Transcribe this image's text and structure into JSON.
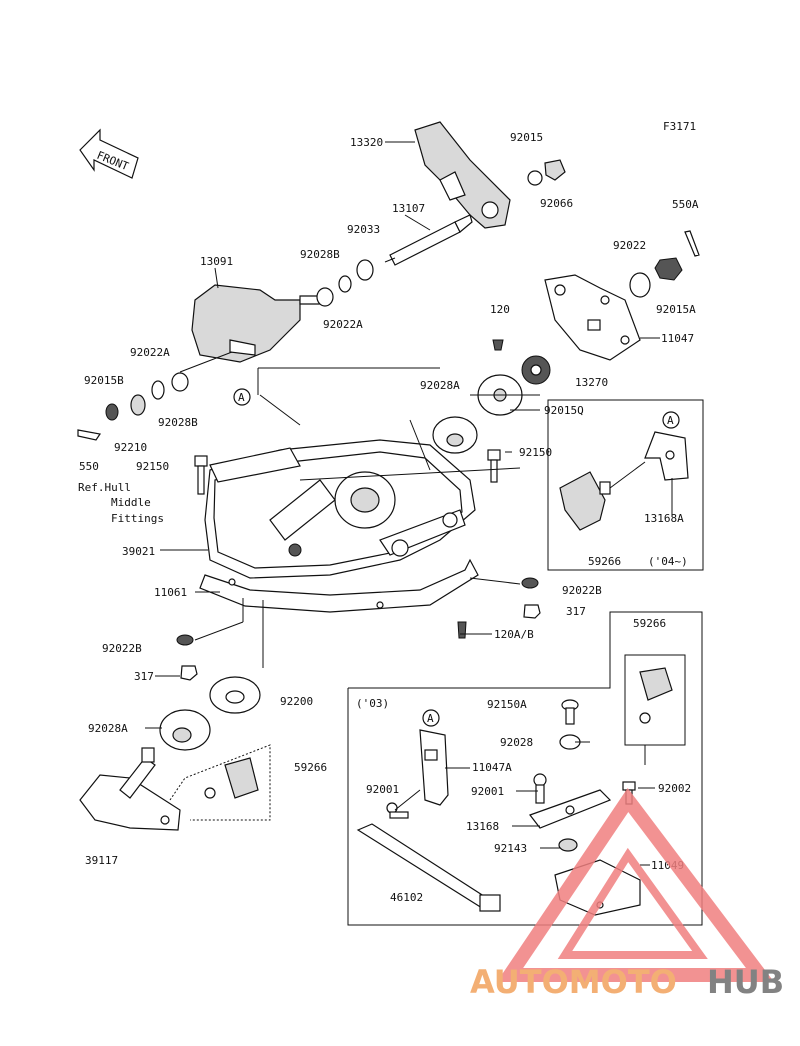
{
  "figure_code": "F3171",
  "front_label": "FRONT",
  "variant_labels": {
    "y04": "('04~)",
    "y03": "('03)"
  },
  "ref_note": [
    "Ref.Hull",
    "Middle",
    "Fittings"
  ],
  "callout_letter": "A",
  "parts": {
    "p13320": "13320",
    "p92015": "92015",
    "p92066": "92066",
    "p13107": "13107",
    "p92033": "92033",
    "p92028B_top": "92028B",
    "p13091": "13091",
    "p92022A_top": "92022A",
    "p550A": "550A",
    "p92022": "92022",
    "p92015A": "92015A",
    "p11047": "11047",
    "p120": "120",
    "p13270": "13270",
    "p92022A_left": "92022A",
    "p92015B": "92015B",
    "p92028A_mid": "92028A",
    "p92015Q": "92015Q",
    "p92028B_left": "92028B",
    "p92210": "92210",
    "p550": "550",
    "p92150_left": "92150",
    "p92150_right": "92150",
    "p13168A": "13168A",
    "p59266_box04": "59266",
    "p39021": "39021",
    "p11061": "11061",
    "p92022B_right": "92022B",
    "p317_right": "317",
    "p120AB": "120A/B",
    "p59266_box03": "59266",
    "p92022B_left": "92022B",
    "p317_left": "317",
    "p92200": "92200",
    "p92150A": "92150A",
    "p92028A_low": "92028A",
    "p92028": "92028",
    "p59266_mid": "59266",
    "p11047A": "11047A",
    "p92001_a": "92001",
    "p92001_b": "92001",
    "p92002": "92002",
    "p13168": "13168",
    "p92143": "92143",
    "p11049": "11049",
    "p39117": "39117",
    "p46102": "46102"
  },
  "watermark": {
    "part1": "AUTOMOTO",
    "part2": "HUB",
    "color_primary": "#f2a25c",
    "color_secondary": "#6d6d6d",
    "triangle_color": "#f08080"
  }
}
